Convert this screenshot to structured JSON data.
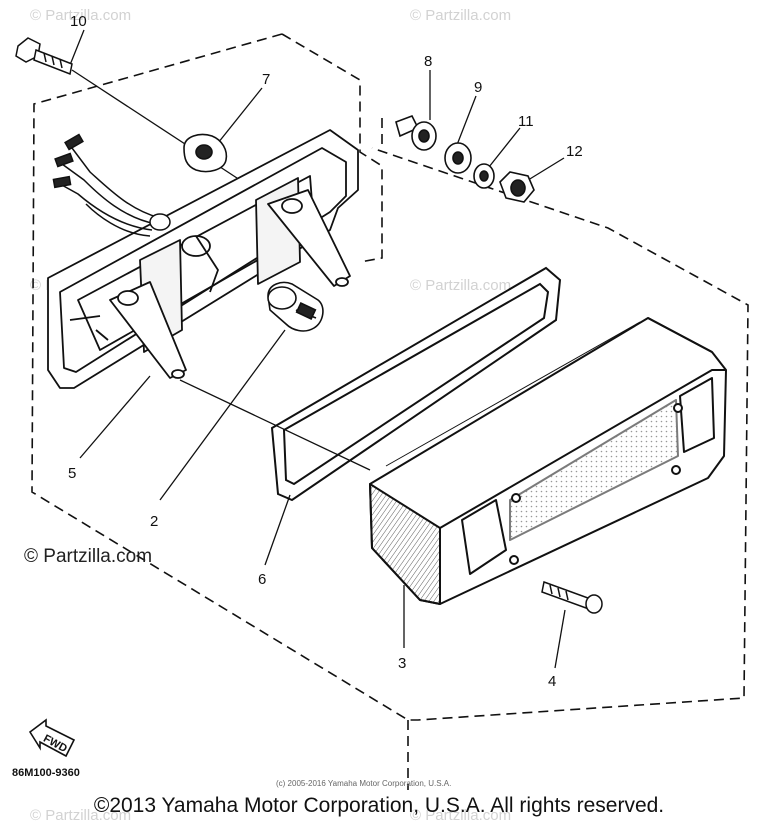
{
  "watermarks": {
    "main": "© Partzilla.com",
    "faint": "© Partzilla.com"
  },
  "part_numbers": {
    "p10": "10",
    "p7": "7",
    "p8": "8",
    "p9": "9",
    "p11": "11",
    "p12": "12",
    "p5": "5",
    "p2": "2",
    "p6": "6",
    "p3": "3",
    "p4": "4"
  },
  "fwd_label": "FWD",
  "diagram_code": "86M100-9360",
  "small_copyright": "(c) 2005-2016 Yamaha Motor Corporation, U.S.A.",
  "copyright": "©2013 Yamaha Motor Corporation, U.S.A. All rights reserved.",
  "colors": {
    "line": "#111111",
    "watermark": "#d2d2d2",
    "shade": "#555555"
  }
}
